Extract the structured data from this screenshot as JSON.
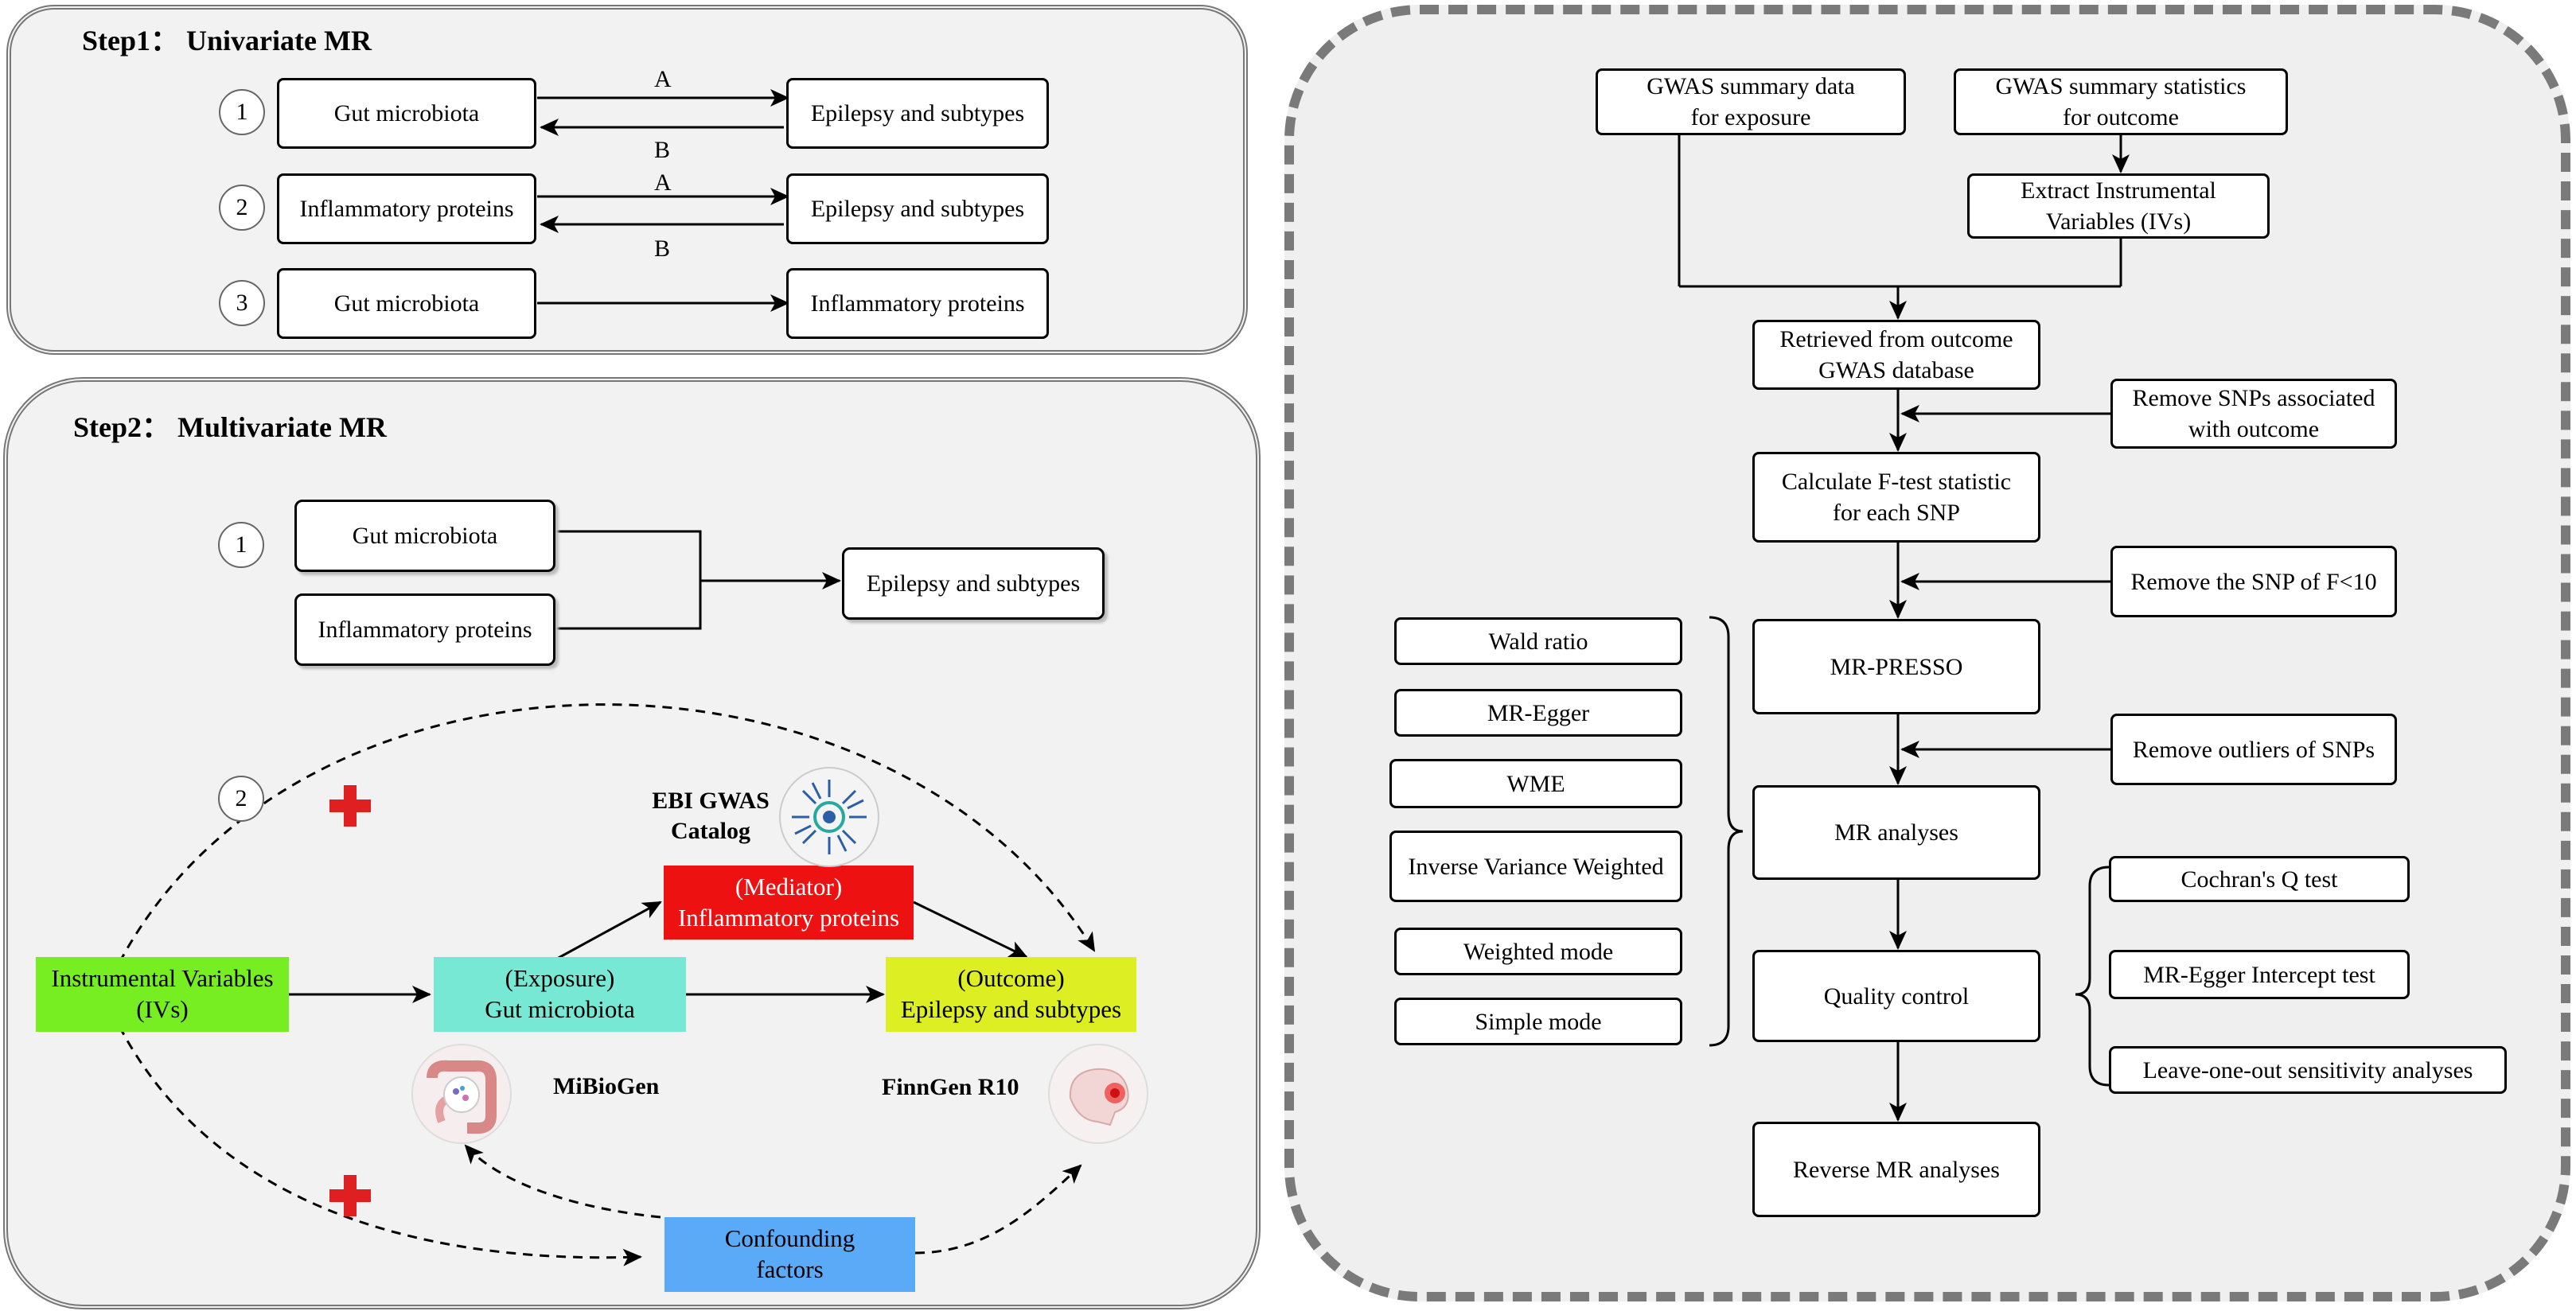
{
  "step1": {
    "title": "Step1： Univariate MR",
    "rows": [
      {
        "num": "1",
        "left": "Gut microbiota",
        "right": "Epilepsy and subtypes",
        "top_label": "A",
        "bottom_label": "B"
      },
      {
        "num": "2",
        "left": "Inflammatory proteins",
        "right": "Epilepsy and subtypes",
        "top_label": "A",
        "bottom_label": "B"
      },
      {
        "num": "3",
        "left": "Gut microbiota",
        "right": "Inflammatory proteins"
      }
    ]
  },
  "step2": {
    "title": "Step2： Multivariate MR",
    "part1": {
      "num": "1",
      "input1": "Gut microbiota",
      "input2": "Inflammatory proteins",
      "output": "Epilepsy and subtypes"
    },
    "part2": {
      "num": "2",
      "ivs": {
        "line1": "Instrumental Variables",
        "line2": "(IVs)"
      },
      "exposure": {
        "line1": "(Exposure)",
        "line2": "Gut microbiota"
      },
      "mediator": {
        "line1": "(Mediator)",
        "line2": "Inflammatory proteins"
      },
      "outcome": {
        "line1": "(Outcome)",
        "line2": "Epilepsy and subtypes"
      },
      "confounding": {
        "line1": "Confounding",
        "line2": "factors"
      },
      "ebi": {
        "line1": "EBI GWAS",
        "line2": "Catalog"
      },
      "mibiogen": "MiBioGen",
      "finngen": "FinnGen  R10"
    },
    "colors": {
      "ivs": "#77ee22",
      "exposure": "#77e8d4",
      "mediator": "#ee1111",
      "outcome": "#ddee22",
      "confounding": "#5aaaf8",
      "cross": "#e02020"
    }
  },
  "flow": {
    "gwas_exposure": "GWAS summary data\nfor exposure",
    "gwas_outcome": "GWAS summary statistics\nfor outcome",
    "extract_ivs": "Extract Instrumental\nVariables (IVs)",
    "retrieved": "Retrieved from outcome\nGWAS database",
    "remove_snps_outcome": "Remove SNPs associated\nwith outcome",
    "calc_f": "Calculate F-test statistic\nfor each SNP",
    "remove_f": "Remove the SNP of F<10",
    "mr_presso": "MR-PRESSO",
    "remove_outliers": "Remove outliers of SNPs",
    "mr_analyses": "MR analyses",
    "quality_control": "Quality control",
    "reverse_mr": "Reverse MR analyses",
    "methods": [
      "Wald ratio",
      "MR-Egger",
      "WME",
      "Inverse Variance Weighted",
      "Weighted mode",
      "Simple mode"
    ],
    "qc_tests": [
      "Cochran's Q test",
      "MR-Egger Intercept test",
      "Leave-one-out sensitivity analyses"
    ]
  }
}
